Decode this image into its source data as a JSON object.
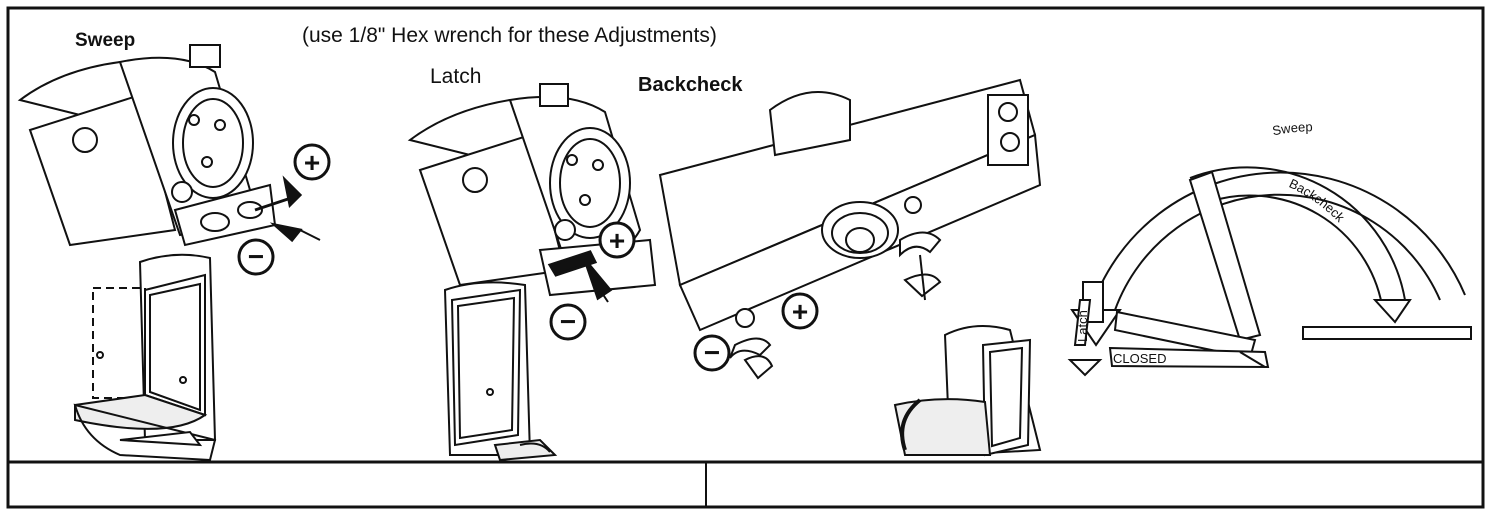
{
  "headings": {
    "sweep": "Sweep",
    "instruction": "(use 1/8\" Hex wrench for these Adjustments)",
    "latch": "Latch",
    "backcheck": "Backcheck"
  },
  "arc_diagram": {
    "sweep": "Sweep",
    "backcheck": "Backcheck",
    "latch": "Latch",
    "closed": "CLOSED"
  },
  "symbols": {
    "plus": "+",
    "minus": "−"
  },
  "colors": {
    "line": "#111111",
    "background": "#ffffff"
  }
}
